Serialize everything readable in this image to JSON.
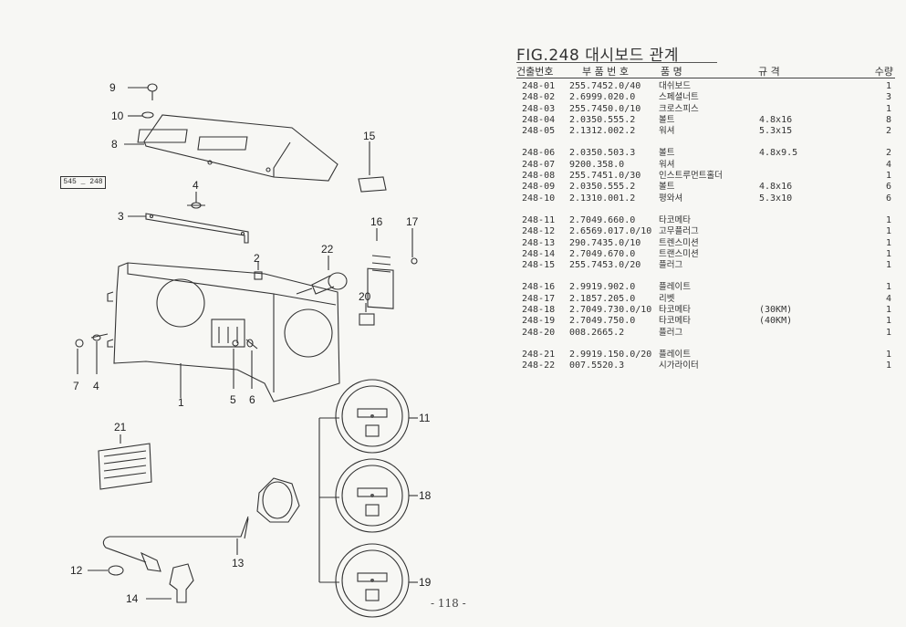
{
  "figure": {
    "title": "FIG.248 대시보드 관계",
    "reference": "545 _ 248",
    "page_number": "- 118 -"
  },
  "table": {
    "headers": {
      "code": "건출번호",
      "part_no": "부 품 번 호",
      "name": "품 명",
      "spec": "규 격",
      "qty": "수량"
    },
    "rows": [
      {
        "code": "248-01",
        "part_no": "255.7452.0/40",
        "name": "대쉬보드",
        "spec": "",
        "qty": "1",
        "gap": false
      },
      {
        "code": "248-02",
        "part_no": "2.6999.020.0",
        "name": "스페셜너트",
        "spec": "",
        "qty": "3",
        "gap": false
      },
      {
        "code": "248-03",
        "part_no": "255.7450.0/10",
        "name": "크로스피스",
        "spec": "",
        "qty": "1",
        "gap": false
      },
      {
        "code": "248-04",
        "part_no": "2.0350.555.2",
        "name": "볼트",
        "spec": "4.8x16",
        "qty": "8",
        "gap": false
      },
      {
        "code": "248-05",
        "part_no": "2.1312.002.2",
        "name": "워셔",
        "spec": "5.3x15",
        "qty": "2",
        "gap": false
      },
      {
        "code": "248-06",
        "part_no": "2.0350.503.3",
        "name": "볼트",
        "spec": "4.8x9.5",
        "qty": "2",
        "gap": true
      },
      {
        "code": "248-07",
        "part_no": "9200.358.0",
        "name": "워셔",
        "spec": "",
        "qty": "4",
        "gap": false
      },
      {
        "code": "248-08",
        "part_no": "255.7451.0/30",
        "name": "인스트루먼트홀더",
        "spec": "",
        "qty": "1",
        "gap": false
      },
      {
        "code": "248-09",
        "part_no": "2.0350.555.2",
        "name": "볼트",
        "spec": "4.8x16",
        "qty": "6",
        "gap": false
      },
      {
        "code": "248-10",
        "part_no": "2.1310.001.2",
        "name": "평와셔",
        "spec": "5.3x10",
        "qty": "6",
        "gap": false
      },
      {
        "code": "248-11",
        "part_no": "2.7049.660.0",
        "name": "타코메타",
        "spec": "",
        "qty": "1",
        "gap": true
      },
      {
        "code": "248-12",
        "part_no": "2.6569.017.0/10",
        "name": "고무플러그",
        "spec": "",
        "qty": "1",
        "gap": false
      },
      {
        "code": "248-13",
        "part_no": "290.7435.0/10",
        "name": "트렌스미션",
        "spec": "",
        "qty": "1",
        "gap": false
      },
      {
        "code": "248-14",
        "part_no": "2.7049.670.0",
        "name": "트랜스미션",
        "spec": "",
        "qty": "1",
        "gap": false
      },
      {
        "code": "248-15",
        "part_no": "255.7453.0/20",
        "name": "플러그",
        "spec": "",
        "qty": "1",
        "gap": false
      },
      {
        "code": "248-16",
        "part_no": "2.9919.902.0",
        "name": "플레이트",
        "spec": "",
        "qty": "1",
        "gap": true
      },
      {
        "code": "248-17",
        "part_no": "2.1857.205.0",
        "name": "리벳",
        "spec": "",
        "qty": "4",
        "gap": false
      },
      {
        "code": "248-18",
        "part_no": "2.7049.730.0/10",
        "name": "타코메타",
        "spec": "(30KM)",
        "qty": "1",
        "gap": false
      },
      {
        "code": "248-19",
        "part_no": "2.7049.750.0",
        "name": "타코메타",
        "spec": "(40KM)",
        "qty": "1",
        "gap": false
      },
      {
        "code": "248-20",
        "part_no": "008.2665.2",
        "name": "플러그",
        "spec": "",
        "qty": "1",
        "gap": false
      },
      {
        "code": "248-21",
        "part_no": "2.9919.150.0/20",
        "name": "플레이트",
        "spec": "",
        "qty": "1",
        "gap": true
      },
      {
        "code": "248-22",
        "part_no": "007.5520.3",
        "name": "시가라이터",
        "spec": "",
        "qty": "1",
        "gap": false
      }
    ]
  },
  "callouts": {
    "c1": "1",
    "c2": "2",
    "c3": "3",
    "c4a": "4",
    "c4b": "4",
    "c5": "5",
    "c6": "6",
    "c7": "7",
    "c8": "8",
    "c9": "9",
    "c10": "10",
    "c11": "11",
    "c12": "12",
    "c13": "13",
    "c14": "14",
    "c15": "15",
    "c16": "16",
    "c17": "17",
    "c18": "18",
    "c19": "19",
    "c20": "20",
    "c21": "21",
    "c22": "22"
  }
}
